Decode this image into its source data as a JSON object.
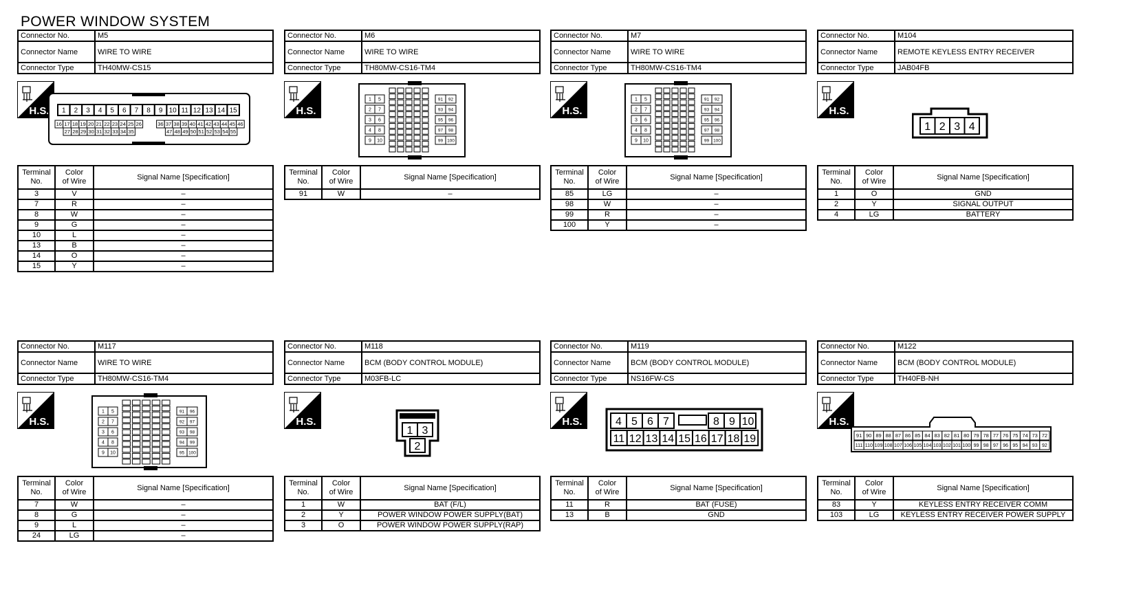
{
  "title": "POWER WINDOW SYSTEM",
  "labels": {
    "connector_no": "Connector No.",
    "connector_name": "Connector Name",
    "connector_type": "Connector Type",
    "hs": "H.S.",
    "terminal": "Terminal",
    "no": "No.",
    "color": "Color",
    "of_wire": "of Wire",
    "signal": "Signal Name [Specification]"
  },
  "connectors": [
    {
      "no": "M5",
      "name": "WIRE TO WIRE",
      "type": "TH40MW-CS15",
      "pins": {
        "top": [
          "1",
          "2",
          "3",
          "4",
          "5",
          "6",
          "7",
          "8",
          "9",
          "10",
          "11",
          "12",
          "13",
          "14",
          "15"
        ],
        "mid": [
          "16",
          "17",
          "18",
          "19",
          "20",
          "21",
          "22",
          "23",
          "24",
          "25",
          "26",
          "36",
          "37",
          "38",
          "39",
          "40",
          "41",
          "42",
          "43",
          "44",
          "45",
          "46"
        ],
        "bot": [
          "27",
          "28",
          "29",
          "30",
          "31",
          "32",
          "33",
          "34",
          "35",
          "47",
          "48",
          "49",
          "50",
          "51",
          "52",
          "53",
          "54",
          "55"
        ]
      },
      "terminals": [
        {
          "no": "3",
          "color": "V",
          "signal": "–"
        },
        {
          "no": "7",
          "color": "R",
          "signal": "–"
        },
        {
          "no": "8",
          "color": "W",
          "signal": "–"
        },
        {
          "no": "9",
          "color": "G",
          "signal": "–"
        },
        {
          "no": "10",
          "color": "L",
          "signal": "–"
        },
        {
          "no": "13",
          "color": "B",
          "signal": "–"
        },
        {
          "no": "14",
          "color": "O",
          "signal": "–"
        },
        {
          "no": "15",
          "color": "Y",
          "signal": "–"
        }
      ]
    },
    {
      "no": "M6",
      "name": "WIRE TO WIRE",
      "type": "TH80MW-CS16-TM4",
      "pins": {
        "left": [
          "1",
          "5",
          "2",
          "7",
          "3",
          "6",
          "4",
          "8",
          "9",
          "10"
        ],
        "right": [
          "91",
          "92",
          "93",
          "94",
          "95",
          "96",
          "97",
          "98",
          "99",
          "100"
        ]
      },
      "terminals": [
        {
          "no": "91",
          "color": "W",
          "signal": "–"
        }
      ]
    },
    {
      "no": "M7",
      "name": "WIRE TO WIRE",
      "type": "TH80MW-CS16-TM4",
      "pins": {
        "left": [
          "1",
          "5",
          "2",
          "7",
          "3",
          "6",
          "4",
          "8",
          "9",
          "10"
        ],
        "right": [
          "91",
          "92",
          "93",
          "94",
          "95",
          "96",
          "97",
          "98",
          "99",
          "100"
        ]
      },
      "terminals": [
        {
          "no": "85",
          "color": "LG",
          "signal": "–"
        },
        {
          "no": "98",
          "color": "W",
          "signal": "–"
        },
        {
          "no": "99",
          "color": "R",
          "signal": "–"
        },
        {
          "no": "100",
          "color": "Y",
          "signal": "–"
        }
      ]
    },
    {
      "no": "M104",
      "name": "REMOTE KEYLESS ENTRY RECEIVER",
      "type": "JAB04FB",
      "pins": {
        "row": [
          "1",
          "2",
          "3",
          "4"
        ]
      },
      "terminals": [
        {
          "no": "1",
          "color": "O",
          "signal": "GND"
        },
        {
          "no": "2",
          "color": "Y",
          "signal": "SIGNAL OUTPUT"
        },
        {
          "no": "4",
          "color": "LG",
          "signal": "BATTERY"
        }
      ]
    },
    {
      "no": "M117",
      "name": "WIRE TO WIRE",
      "type": "TH80MW-CS16-TM4",
      "pins": {
        "left": [
          "1",
          "5",
          "2",
          "7",
          "3",
          "6",
          "4",
          "8",
          "9",
          "10"
        ],
        "right": [
          "91",
          "96",
          "92",
          "97",
          "93",
          "98",
          "94",
          "99",
          "95",
          "100"
        ]
      },
      "terminals": [
        {
          "no": "7",
          "color": "W",
          "signal": "–"
        },
        {
          "no": "8",
          "color": "G",
          "signal": "–"
        },
        {
          "no": "9",
          "color": "L",
          "signal": "–"
        },
        {
          "no": "24",
          "color": "LG",
          "signal": "–"
        }
      ]
    },
    {
      "no": "M118",
      "name": "BCM (BODY CONTROL MODULE)",
      "type": "M03FB-LC",
      "pins": {
        "top": [
          "1",
          "3"
        ],
        "bottom": [
          "2"
        ]
      },
      "terminals": [
        {
          "no": "1",
          "color": "W",
          "signal": "BAT (F/L)"
        },
        {
          "no": "2",
          "color": "Y",
          "signal": "POWER WINDOW POWER SUPPLY(BAT)"
        },
        {
          "no": "3",
          "color": "O",
          "signal": "POWER WINDOW POWER SUPPLY(RAP)"
        }
      ]
    },
    {
      "no": "M119",
      "name": "BCM (BODY CONTROL MODULE)",
      "type": "NS16FW-CS",
      "pins": {
        "top": [
          "4",
          "5",
          "6",
          "7",
          "8",
          "9",
          "10"
        ],
        "bottom": [
          "11",
          "12",
          "13",
          "14",
          "15",
          "16",
          "17",
          "18",
          "19"
        ]
      },
      "terminals": [
        {
          "no": "11",
          "color": "R",
          "signal": "BAT (FUSE)"
        },
        {
          "no": "13",
          "color": "B",
          "signal": "GND"
        }
      ]
    },
    {
      "no": "M122",
      "name": "BCM (BODY CONTROL MODULE)",
      "type": "TH40FB-NH",
      "pins": {
        "top": [
          "91",
          "90",
          "89",
          "88",
          "87",
          "86",
          "85",
          "84",
          "83",
          "82",
          "81",
          "80",
          "79",
          "78",
          "77",
          "76",
          "75",
          "74",
          "73",
          "72"
        ],
        "bottom": [
          "111",
          "110",
          "109",
          "108",
          "107",
          "106",
          "105",
          "104",
          "103",
          "102",
          "101",
          "100",
          "99",
          "98",
          "97",
          "96",
          "95",
          "94",
          "93",
          "92"
        ]
      },
      "terminals": [
        {
          "no": "83",
          "color": "Y",
          "signal": "KEYLESS ENTRY RECEIVER COMM"
        },
        {
          "no": "103",
          "color": "LG",
          "signal": "KEYLESS ENTRY RECEIVER POWER SUPPLY"
        }
      ]
    }
  ]
}
